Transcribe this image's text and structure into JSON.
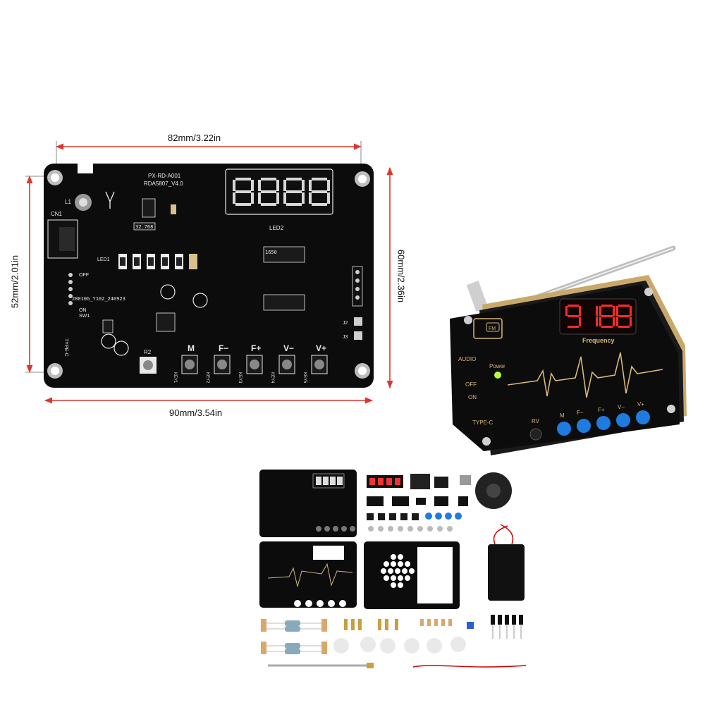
{
  "dimensions": {
    "top": "82mm/3.22in",
    "bottom": "90mm/3.54in",
    "left": "52mm/2.01in",
    "right": "60mm/2.36in"
  },
  "board": {
    "model": "PX-RD-A001",
    "chip": "RDA5807_V4.0",
    "display_label": "LED2",
    "connector": "CN1",
    "inductor": "L1",
    "switch": "SW1",
    "led": "LED1",
    "off": "OFF",
    "on": "ON",
    "type_c": "TYPE-C",
    "serial": "28010G_Y102_240923",
    "ic_u4": "1650",
    "crystal": "32.768",
    "buttons": [
      "M",
      "F−",
      "F+",
      "V−",
      "V+"
    ],
    "keys": [
      "KEY1",
      "KEY2",
      "KEY3",
      "KEY4",
      "KEY5"
    ],
    "pot": "R2",
    "j2": "J2",
    "j3": "J3"
  },
  "assembled": {
    "display_value": "91.88",
    "frequency_label": "Frequency",
    "power_label": "Power",
    "audio_label": "AUDIO",
    "off_label": "OFF",
    "on_label": "ON",
    "type_c_label": "TYPE-C",
    "rv_label": "RV",
    "fm_label": "FM",
    "buttons": [
      "M",
      "F−",
      "F+",
      "V−",
      "V+"
    ]
  },
  "colors": {
    "dim_line": "#e0352b",
    "pcb": "#0c0c0d",
    "button_blue": "#1f7be0",
    "gold": "#d6b878",
    "led_red": "#ff2a2a"
  }
}
